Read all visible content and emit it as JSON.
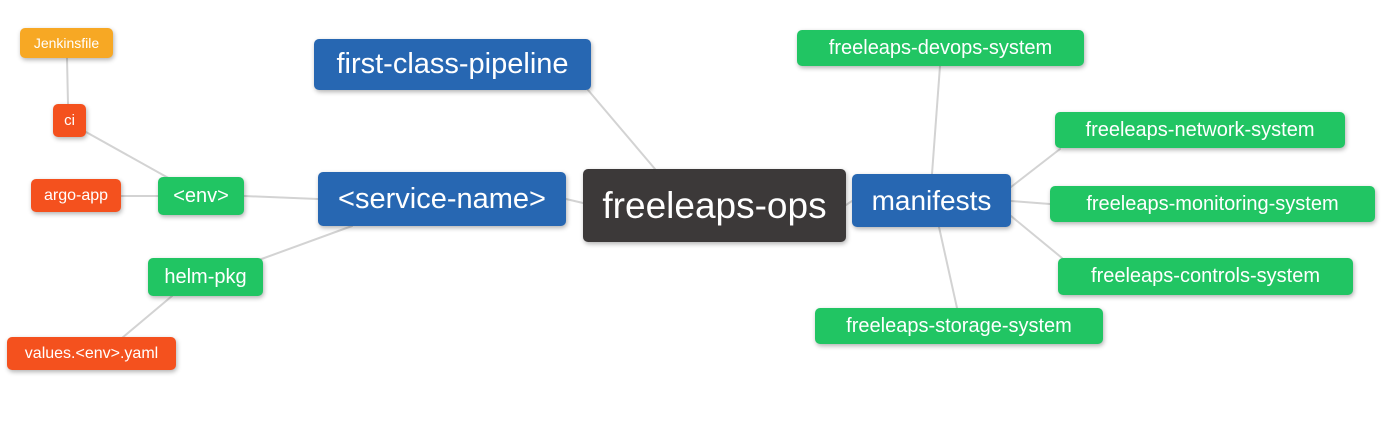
{
  "diagram": {
    "type": "mindmap",
    "root_label": "freeleaps-ops",
    "nodes": {
      "jenkinsfile": "Jenkinsfile",
      "ci": "ci",
      "argo_app": "argo-app",
      "env": "<env>",
      "first_class_pipeline": "first-class-pipeline",
      "service_name": "<service-name>",
      "freeleaps_ops": "freeleaps-ops",
      "manifests": "manifests",
      "devops_system": "freeleaps-devops-system",
      "network_system": "freeleaps-network-system",
      "monitoring_system": "freeleaps-monitoring-system",
      "controls_system": "freeleaps-controls-system",
      "storage_system": "freeleaps-storage-system",
      "helm_pkg": "helm-pkg",
      "values_yaml": "values.<env>.yaml"
    },
    "edges": [
      [
        "jenkinsfile",
        "ci"
      ],
      [
        "ci",
        "env"
      ],
      [
        "argo_app",
        "env"
      ],
      [
        "env",
        "service_name"
      ],
      [
        "service_name",
        "helm_pkg"
      ],
      [
        "helm_pkg",
        "values_yaml"
      ],
      [
        "service_name",
        "freeleaps_ops"
      ],
      [
        "first_class_pipeline",
        "freeleaps_ops"
      ],
      [
        "freeleaps_ops",
        "manifests"
      ],
      [
        "manifests",
        "devops_system"
      ],
      [
        "manifests",
        "network_system"
      ],
      [
        "manifests",
        "monitoring_system"
      ],
      [
        "manifests",
        "controls_system"
      ],
      [
        "manifests",
        "storage_system"
      ]
    ],
    "palette": {
      "blue": "#2767b2",
      "green": "#21c563",
      "dark": "#3c3939",
      "red_orange": "#f4511e",
      "orange": "#f7a824",
      "edge_line": "#d3d3d3",
      "text": "#ffffff",
      "background": "#ffffff"
    }
  }
}
